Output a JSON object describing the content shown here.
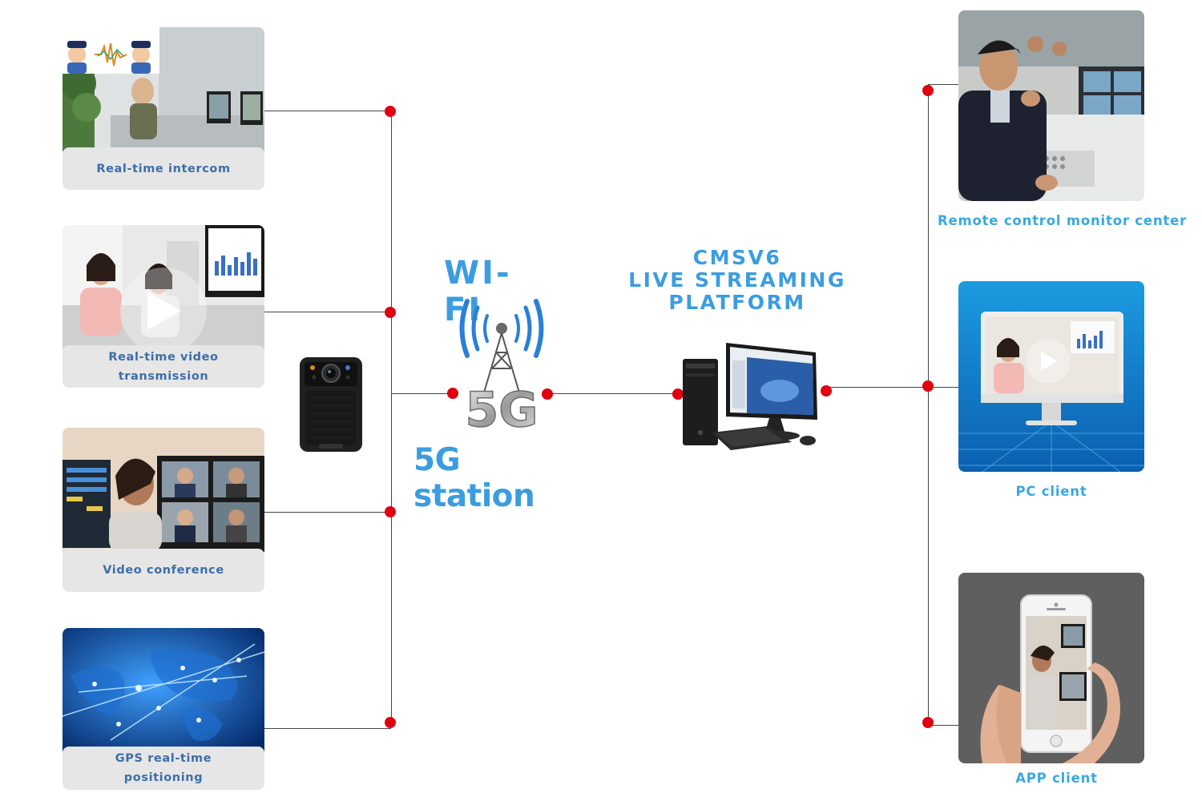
{
  "left_cards": [
    {
      "label": "Real-time intercom"
    },
    {
      "label": "Real-time video transmission"
    },
    {
      "label": "Video conference"
    },
    {
      "label": "GPS real-time\npositioning"
    }
  ],
  "center": {
    "wifi_title": "WI-FI",
    "tower_text": "5G",
    "station_label": "5G station",
    "platform_line1": "CMSV6",
    "platform_line2": "LIVE STREAMING PLATFORM"
  },
  "right_panels": [
    {
      "label": "Remote control monitor center"
    },
    {
      "label": "PC client"
    },
    {
      "label": "APP client"
    }
  ],
  "colors": {
    "accent_blue": "#3b9de0",
    "label_blue": "#3d6ea8",
    "connector_dot": "#e00010",
    "label_bg": "#e6e6e6"
  }
}
